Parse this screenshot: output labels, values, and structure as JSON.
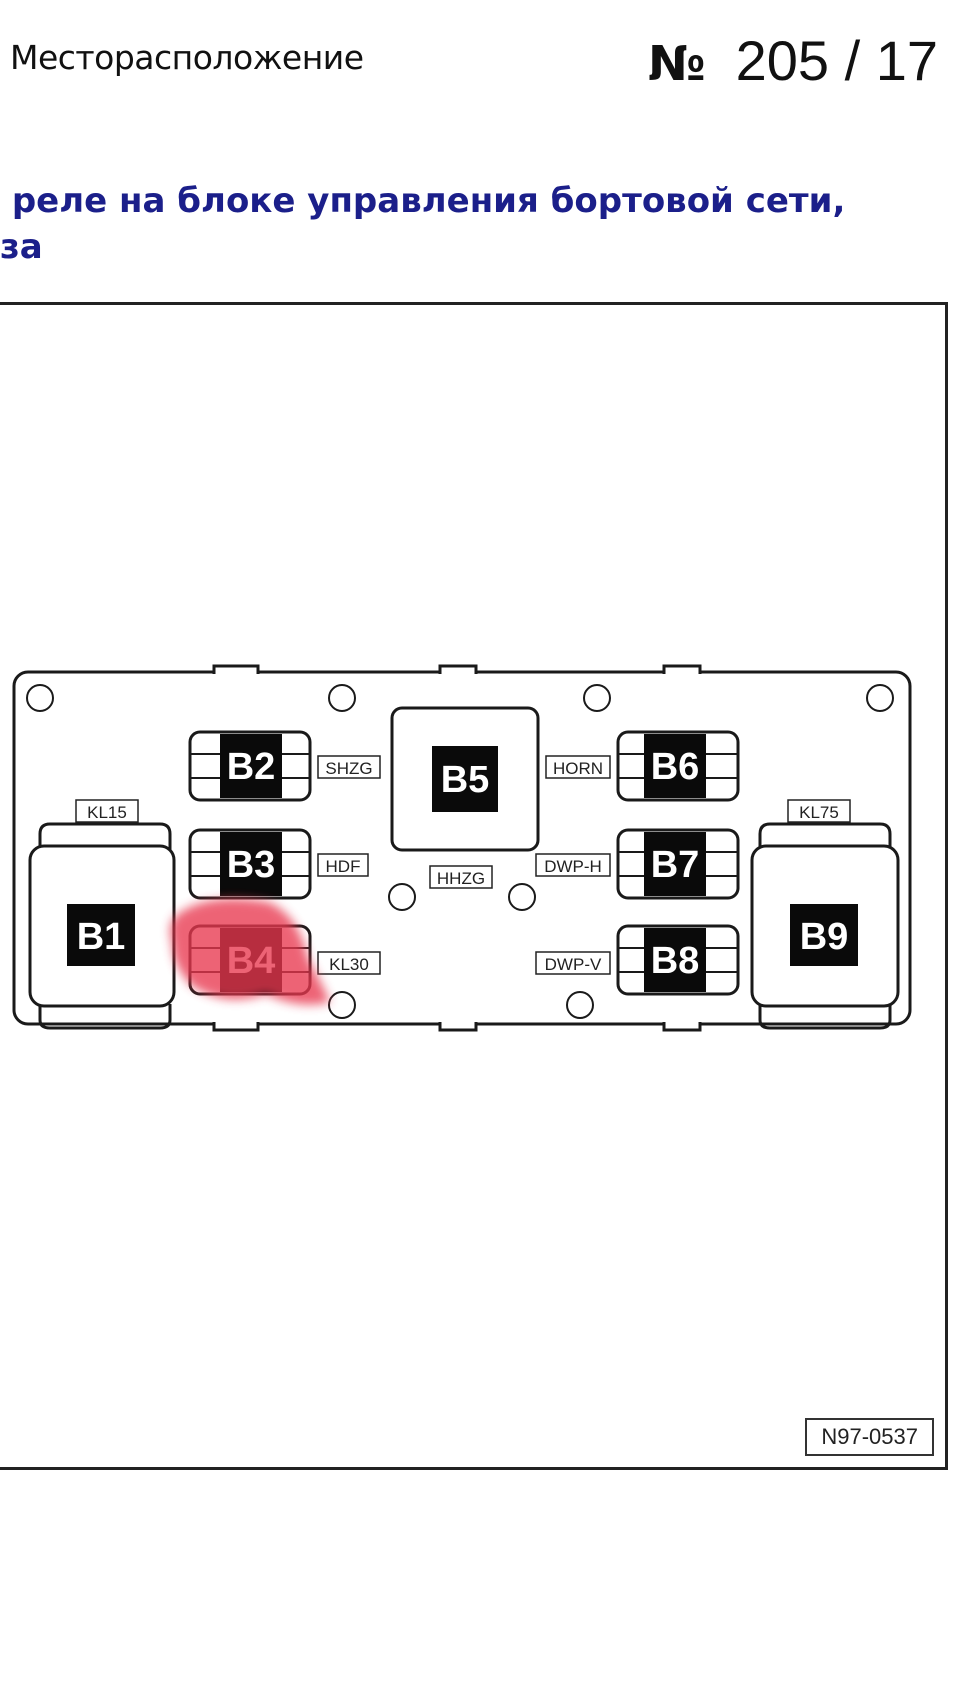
{
  "header": {
    "section_title": "Месторасположение",
    "number_sign": "№",
    "page_number": "205 / 17"
  },
  "heading": {
    "line1": " реле на блоке управления бортовой сети,",
    "line2": "за"
  },
  "diagram": {
    "relays": {
      "B1": "B1",
      "B2": "B2",
      "B3": "B3",
      "B4": "B4",
      "B5": "B5",
      "B6": "B6",
      "B7": "B7",
      "B8": "B8",
      "B9": "B9"
    },
    "labels": {
      "kl15": "KL15",
      "kl75": "KL75",
      "shzg": "SHZG",
      "hdf": "HDF",
      "kl30": "KL30",
      "hhzg": "HHZG",
      "horn": "HORN",
      "dwp_h": "DWP-H",
      "dwp_v": "DWP-V"
    },
    "figure_code": "N97-0537",
    "highlight_color": "#e8384f"
  }
}
